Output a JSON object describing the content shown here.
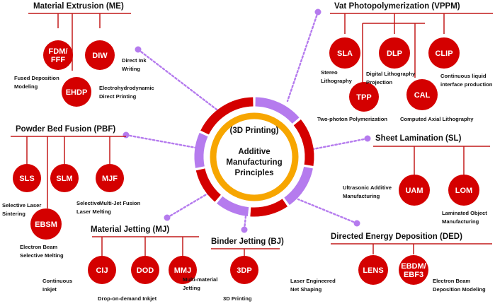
{
  "colors": {
    "red": "#d40000",
    "purple": "#b57bee",
    "orange": "#f7a600",
    "line": "#c21a1a",
    "dot": "#b57bee"
  },
  "center": {
    "subtitle": "(3D Printing)",
    "title_lines": [
      "Additive",
      "Manufacturing",
      "Principles"
    ]
  },
  "categories": [
    {
      "id": "me",
      "title": "Material Extrusion (ME)",
      "nodes": [
        {
          "id": "fdm",
          "lines": [
            "FDM/",
            "FFF"
          ]
        },
        {
          "id": "diw",
          "lines": [
            "DIW"
          ]
        },
        {
          "id": "ehdp",
          "lines": [
            "EHDP"
          ]
        }
      ],
      "captions": [
        {
          "id": "fused",
          "lines": [
            "Fused Deposition",
            "Modeling"
          ]
        },
        {
          "id": "direct-ink",
          "lines": [
            "Direct Ink",
            "Writing"
          ]
        },
        {
          "id": "electrohydro",
          "lines": [
            "Electrohydrodynamic",
            "Direct Printing"
          ]
        }
      ]
    },
    {
      "id": "vppm",
      "title": "Vat Photopolymerization (VPPM)",
      "nodes": [
        {
          "id": "sla",
          "lines": [
            "SLA"
          ]
        },
        {
          "id": "dlp",
          "lines": [
            "DLP"
          ]
        },
        {
          "id": "clip",
          "lines": [
            "CLIP"
          ]
        },
        {
          "id": "tpp",
          "lines": [
            "TPP"
          ]
        },
        {
          "id": "cal",
          "lines": [
            "CAL"
          ]
        }
      ],
      "captions": [
        {
          "id": "stereo",
          "lines": [
            "Stereo",
            "Lithography"
          ]
        },
        {
          "id": "digital-light",
          "lines": [
            "Digital  Lithography",
            "Projection"
          ]
        },
        {
          "id": "continuous-liquid",
          "lines": [
            "Continuous liquid",
            "interface production"
          ]
        },
        {
          "id": "two-photon",
          "lines": [
            "Two-photon Polymerization"
          ]
        },
        {
          "id": "computed-axial",
          "lines": [
            "Computed Axial Lithography"
          ]
        }
      ]
    },
    {
      "id": "pbf",
      "title": "Powder Bed Fusion (PBF)",
      "nodes": [
        {
          "id": "sls",
          "lines": [
            "SLS"
          ]
        },
        {
          "id": "slm",
          "lines": [
            "SLM"
          ]
        },
        {
          "id": "mjf",
          "lines": [
            "MJF"
          ]
        },
        {
          "id": "ebsm",
          "lines": [
            "EBSM"
          ]
        }
      ],
      "captions": [
        {
          "id": "selective-laser-sintering",
          "lines": [
            "Selective Laser",
            "Sintering"
          ]
        },
        {
          "id": "selective-laser-melting",
          "lines": [
            "Selective",
            "Laser Melting"
          ]
        },
        {
          "id": "multi-jet-fusion",
          "lines": [
            "Multi-Jet Fusion"
          ]
        },
        {
          "id": "electron-beam-melting",
          "lines": [
            "Electron Beam",
            "Selective Melting"
          ]
        }
      ]
    },
    {
      "id": "sl",
      "title": "Sheet Lamination (SL)",
      "nodes": [
        {
          "id": "uam",
          "lines": [
            "UAM"
          ]
        },
        {
          "id": "lom",
          "lines": [
            "LOM"
          ]
        }
      ],
      "captions": [
        {
          "id": "ultrasonic",
          "lines": [
            "Ultrasonic Additive",
            "Manufacturing"
          ]
        },
        {
          "id": "laminated",
          "lines": [
            "Laminated Object",
            "Manufacturing"
          ]
        }
      ]
    },
    {
      "id": "mj",
      "title": "Material Jetting (MJ)",
      "nodes": [
        {
          "id": "cij",
          "lines": [
            "CIJ"
          ]
        },
        {
          "id": "dod",
          "lines": [
            "DOD"
          ]
        },
        {
          "id": "mmj",
          "lines": [
            "MMJ"
          ]
        }
      ],
      "captions": [
        {
          "id": "continuous-inkjet",
          "lines": [
            "Continuous",
            "Inkjet"
          ]
        },
        {
          "id": "drop-on-demand",
          "lines": [
            "Drop-on-demand Inkjet"
          ]
        },
        {
          "id": "multi-material",
          "lines": [
            "Multi-material",
            "Jetting"
          ]
        }
      ]
    },
    {
      "id": "bj",
      "title": "Binder Jetting (BJ)",
      "nodes": [
        {
          "id": "3dp",
          "lines": [
            "3DP"
          ]
        }
      ],
      "captions": [
        {
          "id": "3d-printing",
          "lines": [
            "3D Printing"
          ]
        }
      ]
    },
    {
      "id": "ded",
      "title": "Directed Energy Deposition (DED)",
      "nodes": [
        {
          "id": "lens",
          "lines": [
            "LENS"
          ]
        },
        {
          "id": "ebdm",
          "lines": [
            "EBDM/",
            "EBF3"
          ]
        }
      ],
      "captions": [
        {
          "id": "laser-engineered",
          "lines": [
            "Laser Engineered",
            "Net Shaping"
          ]
        },
        {
          "id": "electron-beam-deposition",
          "lines": [
            "Electron Beam",
            "Deposition Modeling"
          ]
        }
      ]
    }
  ]
}
